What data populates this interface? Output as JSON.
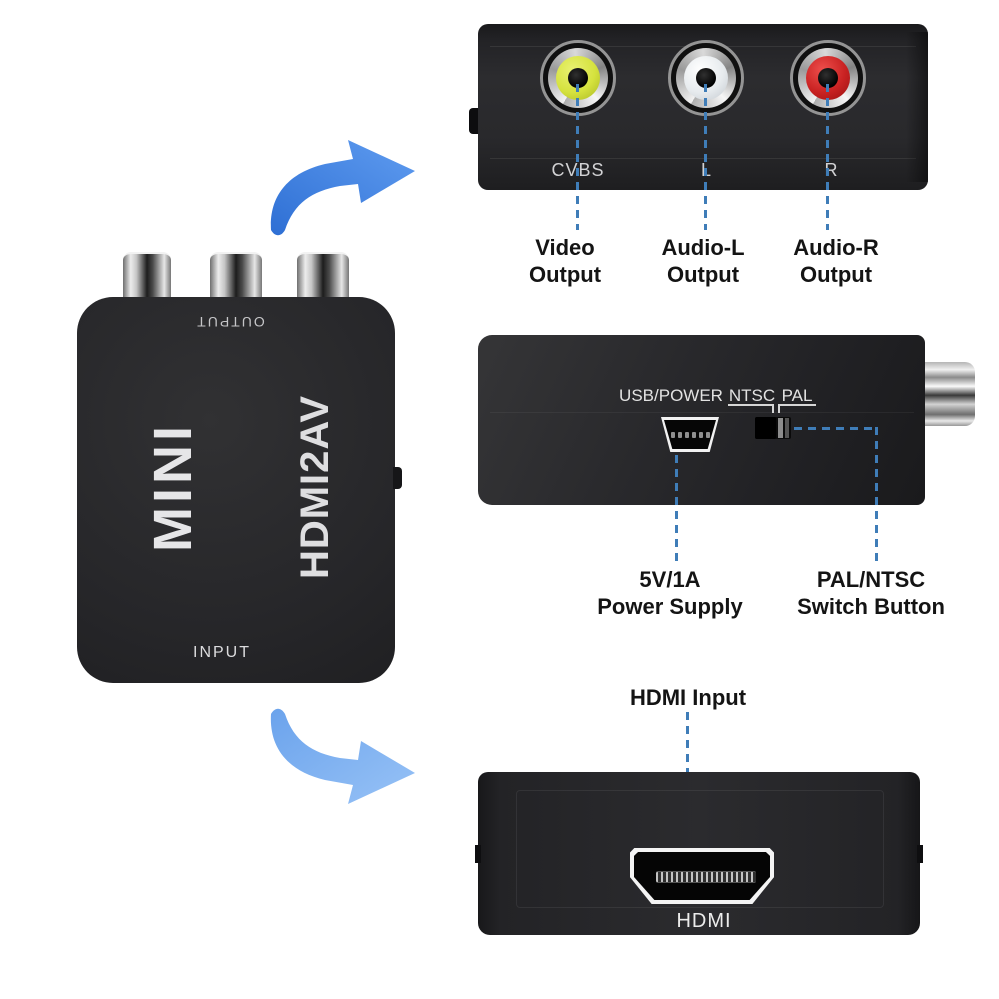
{
  "colors": {
    "arrow_blue": "#3e7fe0",
    "arrow_blue_light": "#7fb0f2",
    "callout_dash_blue": "#3f7db8",
    "video_jack_yellow": "#d5e23e",
    "audio_left_jack_white": "#e7ebee",
    "audio_right_jack_red": "#c92222",
    "device_body_black": "#27272a",
    "on_device_text": "#d2d2d4",
    "callout_text": "#141414"
  },
  "front_device": {
    "brand": "MINI",
    "model": "HDMI2AV",
    "top_edge_label": "OUTPUT",
    "bottom_edge_label": "INPUT"
  },
  "top_view": {
    "jacks": [
      {
        "label": "CVBS",
        "callout_line1": "Video",
        "callout_line2": "Output"
      },
      {
        "label": "L",
        "callout_line1": "Audio-L",
        "callout_line2": "Output"
      },
      {
        "label": "R",
        "callout_line1": "Audio-R",
        "callout_line2": "Output"
      }
    ]
  },
  "side_view": {
    "usb_port_label": "USB/POWER",
    "switch_left_label": "NTSC",
    "switch_right_label": "PAL",
    "power_callout_line1": "5V/1A",
    "power_callout_line2": "Power Supply",
    "switch_callout_line1": "PAL/NTSC",
    "switch_callout_line2": "Switch Button"
  },
  "bottom_view": {
    "callout": "HDMI Input",
    "port_label": "HDMI"
  }
}
